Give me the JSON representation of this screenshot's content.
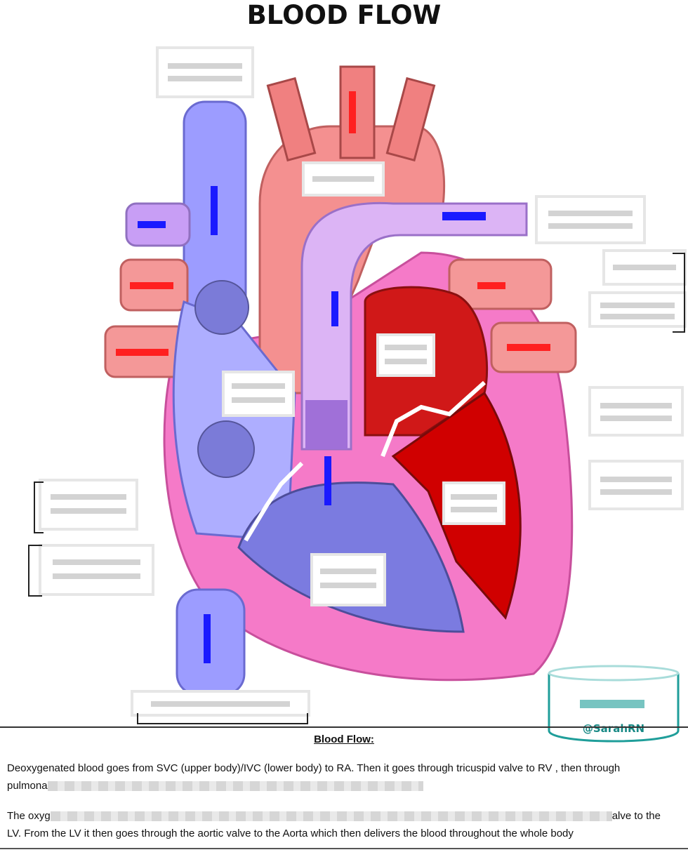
{
  "title": "BLOOD FLOW",
  "watermark": {
    "handle": "@SarahRN",
    "color": "#1f9e9a"
  },
  "section": {
    "heading": "Blood Flow:",
    "paragraph1_visible_start": "Deoxygenated blood goes from SVC (upper body)/IVC (lower body) to RA. Then it goes through tricuspid valve to RV , then through",
    "paragraph1_line2_start": "pulmona",
    "paragraph2_start": "The oxyg",
    "paragraph2_end": "alve to the",
    "paragraph2_line2": "LV. From the LV it then goes through the aortic valve to the Aorta which then delivers the blood throughout the whole body"
  },
  "colors": {
    "deoxygenated": "#9c9cff",
    "deoxygenated_dark": "#7b7be0",
    "oxygenated": "#f08080",
    "oxygenated_dark": "#d00000",
    "pulmonary_artery": "#dcb4f5",
    "septum_wall": "#f57ac8"
  }
}
